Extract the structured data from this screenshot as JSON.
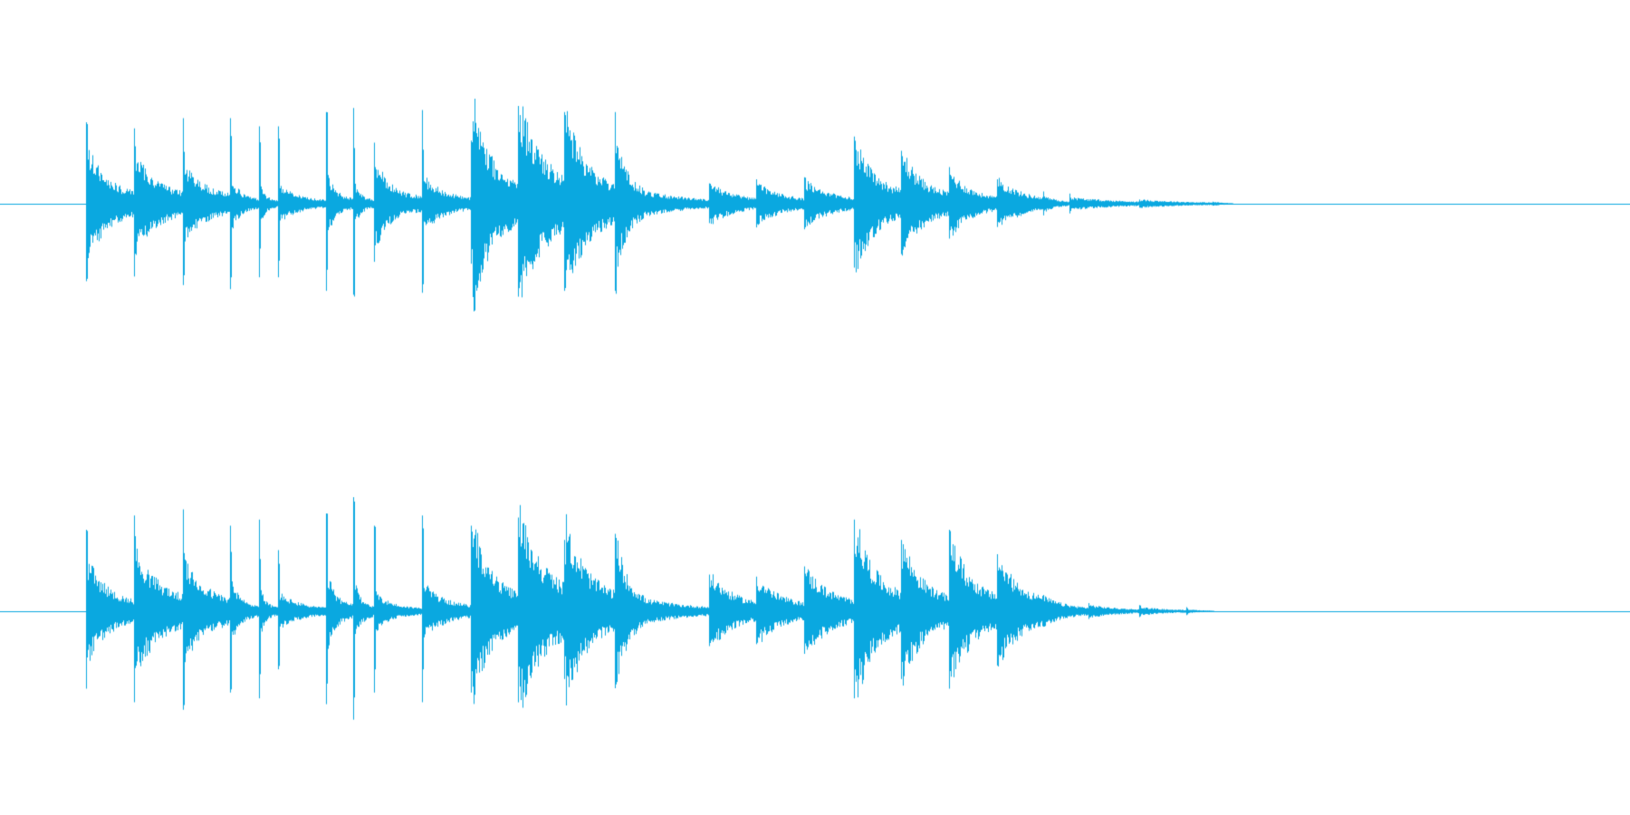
{
  "waveform": {
    "color": "#0aa8e0",
    "background": "#ffffff",
    "channels": [
      {
        "name": "",
        "hits": [
          {
            "t": 0.0526,
            "peak": 0.4,
            "decay": 0.4,
            "level": 0.28
          },
          {
            "t": 0.082,
            "peak": 0.37,
            "decay": 0.45,
            "level": 0.24
          },
          {
            "t": 0.112,
            "peak": 0.42,
            "decay": 0.5,
            "level": 0.18
          },
          {
            "t": 0.1412,
            "peak": 0.42,
            "decay": 0.3,
            "level": 0.14
          },
          {
            "t": 0.159,
            "peak": 0.38,
            "decay": 0.25,
            "level": 0.12
          },
          {
            "t": 0.1705,
            "peak": 0.38,
            "decay": 0.4,
            "level": 0.09
          },
          {
            "t": 0.2,
            "peak": 0.45,
            "decay": 0.3,
            "level": 0.16
          },
          {
            "t": 0.2165,
            "peak": 0.47,
            "decay": 0.3,
            "level": 0.12
          },
          {
            "t": 0.2295,
            "peak": 0.3,
            "decay": 0.3,
            "level": 0.22
          },
          {
            "t": 0.259,
            "peak": 0.46,
            "decay": 0.4,
            "level": 0.14
          },
          {
            "t": 0.289,
            "peak": 0.31,
            "decay": 0.35,
            "level": 0.55
          },
          {
            "t": 0.3175,
            "peak": 0.48,
            "decay": 0.5,
            "level": 0.5
          },
          {
            "t": 0.346,
            "peak": 0.45,
            "decay": 0.4,
            "level": 0.45
          },
          {
            "t": 0.377,
            "peak": 0.45,
            "decay": 0.4,
            "level": 0.35
          },
          {
            "t": 0.394,
            "peak": 0.08,
            "decay": 0.7,
            "level": 0.06
          },
          {
            "t": 0.435,
            "peak": 0.1,
            "decay": 0.5,
            "level": 0.1
          },
          {
            "t": 0.464,
            "peak": 0.12,
            "decay": 0.5,
            "level": 0.1
          },
          {
            "t": 0.4935,
            "peak": 0.13,
            "decay": 0.5,
            "level": 0.11
          },
          {
            "t": 0.524,
            "peak": 0.33,
            "decay": 0.4,
            "level": 0.33
          },
          {
            "t": 0.553,
            "peak": 0.26,
            "decay": 0.4,
            "level": 0.26
          },
          {
            "t": 0.582,
            "peak": 0.18,
            "decay": 0.4,
            "level": 0.16
          },
          {
            "t": 0.6115,
            "peak": 0.12,
            "decay": 0.5,
            "level": 0.12
          },
          {
            "t": 0.64,
            "peak": 0.06,
            "decay": 0.5,
            "level": 0.04
          },
          {
            "t": 0.656,
            "peak": 0.05,
            "decay": 0.7,
            "level": 0.03
          },
          {
            "t": 0.699,
            "peak": 0.02,
            "decay": 0.6,
            "level": 0.02
          },
          {
            "t": 0.744,
            "peak": 0.01,
            "decay": 0.3,
            "level": 0.01
          }
        ]
      },
      {
        "name": "",
        "hits": [
          {
            "t": 0.0526,
            "peak": 0.4,
            "decay": 0.4,
            "level": 0.26
          },
          {
            "t": 0.082,
            "peak": 0.47,
            "decay": 0.5,
            "level": 0.3
          },
          {
            "t": 0.112,
            "peak": 0.5,
            "decay": 0.5,
            "level": 0.24
          },
          {
            "t": 0.1412,
            "peak": 0.42,
            "decay": 0.3,
            "level": 0.16
          },
          {
            "t": 0.159,
            "peak": 0.45,
            "decay": 0.25,
            "level": 0.14
          },
          {
            "t": 0.1705,
            "peak": 0.3,
            "decay": 0.4,
            "level": 0.09
          },
          {
            "t": 0.2,
            "peak": 0.48,
            "decay": 0.3,
            "level": 0.2
          },
          {
            "t": 0.2165,
            "peak": 0.56,
            "decay": 0.3,
            "level": 0.16
          },
          {
            "t": 0.2295,
            "peak": 0.42,
            "decay": 0.3,
            "level": 0.1
          },
          {
            "t": 0.259,
            "peak": 0.47,
            "decay": 0.4,
            "level": 0.14
          },
          {
            "t": 0.289,
            "peak": 0.42,
            "decay": 0.35,
            "level": 0.48
          },
          {
            "t": 0.3175,
            "peak": 0.46,
            "decay": 0.5,
            "level": 0.5
          },
          {
            "t": 0.346,
            "peak": 0.35,
            "decay": 0.4,
            "level": 0.45
          },
          {
            "t": 0.377,
            "peak": 0.38,
            "decay": 0.4,
            "level": 0.38
          },
          {
            "t": 0.394,
            "peak": 0.08,
            "decay": 0.7,
            "level": 0.06
          },
          {
            "t": 0.435,
            "peak": 0.18,
            "decay": 0.5,
            "level": 0.18
          },
          {
            "t": 0.464,
            "peak": 0.17,
            "decay": 0.5,
            "level": 0.16
          },
          {
            "t": 0.4935,
            "peak": 0.22,
            "decay": 0.5,
            "level": 0.21
          },
          {
            "t": 0.524,
            "peak": 0.45,
            "decay": 0.4,
            "level": 0.45
          },
          {
            "t": 0.553,
            "peak": 0.35,
            "decay": 0.4,
            "level": 0.35
          },
          {
            "t": 0.582,
            "peak": 0.4,
            "decay": 0.4,
            "level": 0.38
          },
          {
            "t": 0.6115,
            "peak": 0.28,
            "decay": 0.5,
            "level": 0.26
          },
          {
            "t": 0.64,
            "peak": 0.08,
            "decay": 0.5,
            "level": 0.07
          },
          {
            "t": 0.668,
            "peak": 0.04,
            "decay": 0.6,
            "level": 0.03
          },
          {
            "t": 0.699,
            "peak": 0.03,
            "decay": 0.6,
            "level": 0.02
          },
          {
            "t": 0.728,
            "peak": 0.02,
            "decay": 0.4,
            "level": 0.01
          }
        ]
      }
    ]
  }
}
